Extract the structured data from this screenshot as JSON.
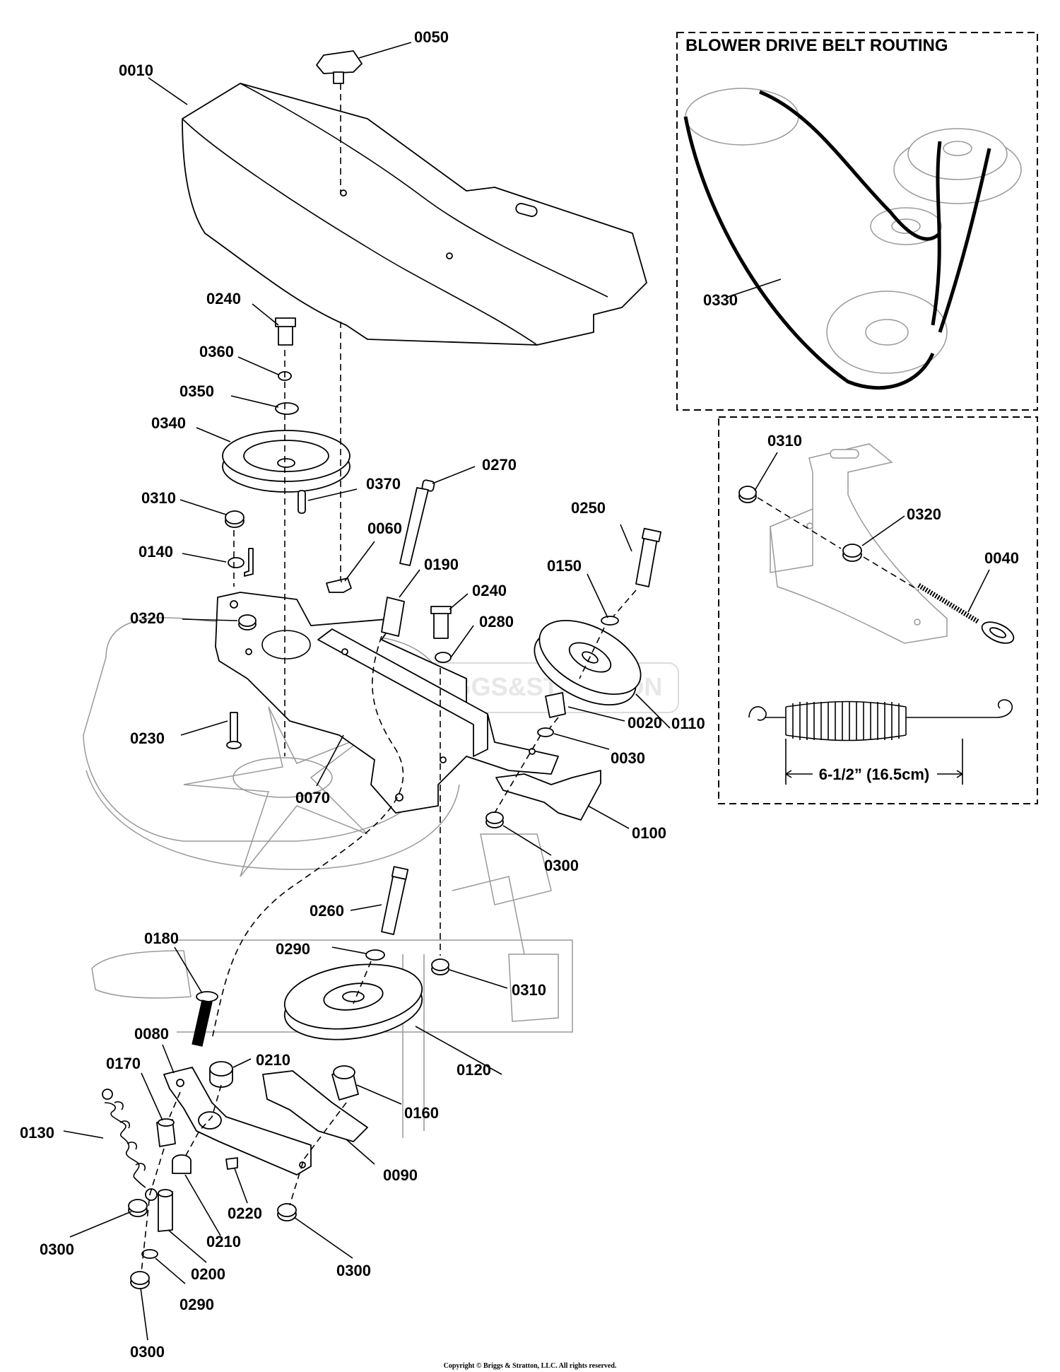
{
  "inset_blower": {
    "title": "BLOWER DRIVE BELT ROUTING",
    "belt_label": "0330"
  },
  "inset_bracket": {
    "labels": [
      "0310",
      "0320",
      "0040"
    ],
    "spring_dimension": "6-1/2” (16.5cm)"
  },
  "callouts": {
    "c0010": "0010",
    "c0050": "0050",
    "c0240a": "0240",
    "c0360": "0360",
    "c0350": "0350",
    "c0340": "0340",
    "c0310a": "0310",
    "c0140": "0140",
    "c0320": "0320",
    "c0370": "0370",
    "c0270": "0270",
    "c0060": "0060",
    "c0190": "0190",
    "c0240b": "0240",
    "c0280": "0280",
    "c0250": "0250",
    "c0150": "0150",
    "c0110": "0110",
    "c0020": "0020",
    "c0030": "0030",
    "c0230": "0230",
    "c0070": "0070",
    "c0100": "0100",
    "c0300a": "0300",
    "c0260": "0260",
    "c0290a": "0290",
    "c0310b": "0310",
    "c0180": "0180",
    "c0120": "0120",
    "c0080": "0080",
    "c0210a": "0210",
    "c0160": "0160",
    "c0170": "0170",
    "c0130": "0130",
    "c0090": "0090",
    "c0220": "0220",
    "c0300b": "0300",
    "c0210b": "0210",
    "c0200": "0200",
    "c0300c": "0300",
    "c0290b": "0290",
    "c0300d": "0300"
  },
  "watermark": "BRIGGS&STRATTON",
  "copyright": "Copyright © Briggs & Stratton, LLC. All rights reserved."
}
